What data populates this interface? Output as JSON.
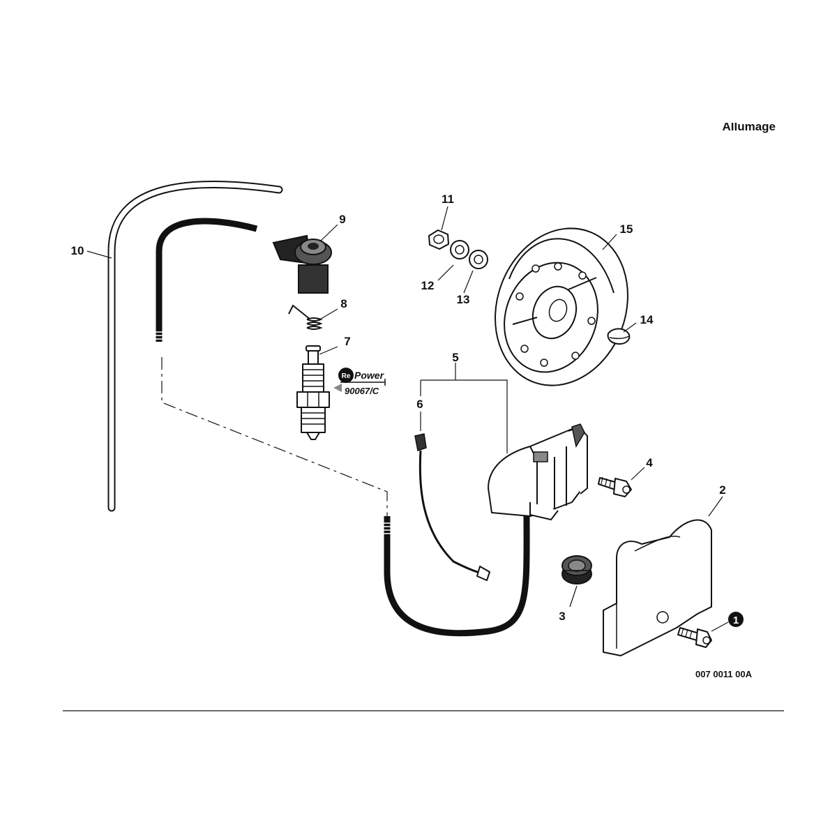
{
  "header": {
    "title": "Allumage"
  },
  "callouts": {
    "c1": "1",
    "c2": "2",
    "c3": "3",
    "c4": "4",
    "c5": "5",
    "c6": "6",
    "c7": "7",
    "c8": "8",
    "c9": "9",
    "c10": "10",
    "c11": "11",
    "c12": "12",
    "c13": "13",
    "c14": "14",
    "c15": "15"
  },
  "repower": {
    "logo_text": "RePower",
    "part_number": "90067/C"
  },
  "footer": {
    "drawing_code": "007 0011 00A"
  },
  "colors": {
    "ink": "#111111",
    "background": "#ffffff"
  }
}
